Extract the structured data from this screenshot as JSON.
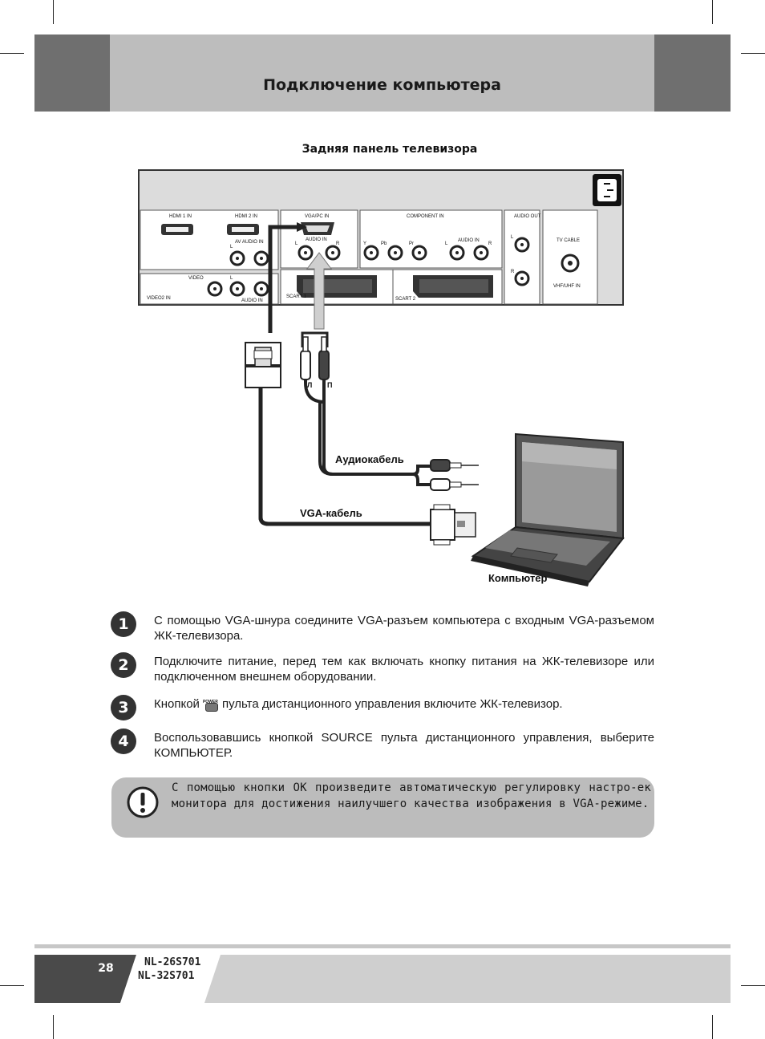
{
  "header": {
    "title": "Подключение компьютера"
  },
  "diagram": {
    "title": "Задняя панель телевизора",
    "panel_labels": {
      "hdmi1": "HDMI 1 IN",
      "hdmi2": "HDMI 2 IN",
      "av_audio": "AV AUDIO IN",
      "vga": "VGA/PC IN",
      "audio_in": "AUDIO IN",
      "component": "COMPONENT IN",
      "comp_audio": "AUDIO IN",
      "audio_out": "AUDIO OUT",
      "tv_cable": "TV CABLE",
      "vhf": "VHF/UHF IN",
      "video": "VIDEO",
      "video2": "VIDEO2 IN",
      "audio_in2": "AUDIO IN",
      "scart1": "SCART 1",
      "scart2": "SCART 2",
      "y": "Y",
      "pb": "Pb",
      "pr": "Pr",
      "l": "L",
      "r": "R"
    },
    "audio_cable_label": "Аудиокабель",
    "vga_cable_label": "VGA-кабель",
    "computer_label": "Компьютер",
    "plug_left": "Л",
    "plug_right": "П"
  },
  "steps": [
    {
      "num": "1",
      "text": "С помощью VGA-шнура соедините VGA-разъем компьютера с входным VGA-разъемом ЖК-телевизора."
    },
    {
      "num": "2",
      "text": "Подключите питание, перед тем как включать кнопку питания на ЖК-телевизоре или подключенном внешнем оборудовании."
    },
    {
      "num": "3",
      "text_before": "Кнопкой",
      "button_label": "POWER",
      "text_after": "пульта дистанционного управления включите ЖК-телевизор."
    },
    {
      "num": "4",
      "text": "Воспользовавшись кнопкой SOURCE пульта дистанционного управления, выберите КОМПЬЮТЕР."
    }
  ],
  "note": {
    "icon": "exclamation-icon",
    "text": "С помощью кнопки OK произведите автоматическую регулировку настро-ек монитора для достижения наилучшего качества изображения в VGA-режиме."
  },
  "footer": {
    "page_number": "28",
    "models": [
      "NL-26S701",
      "NL-32S701"
    ]
  }
}
